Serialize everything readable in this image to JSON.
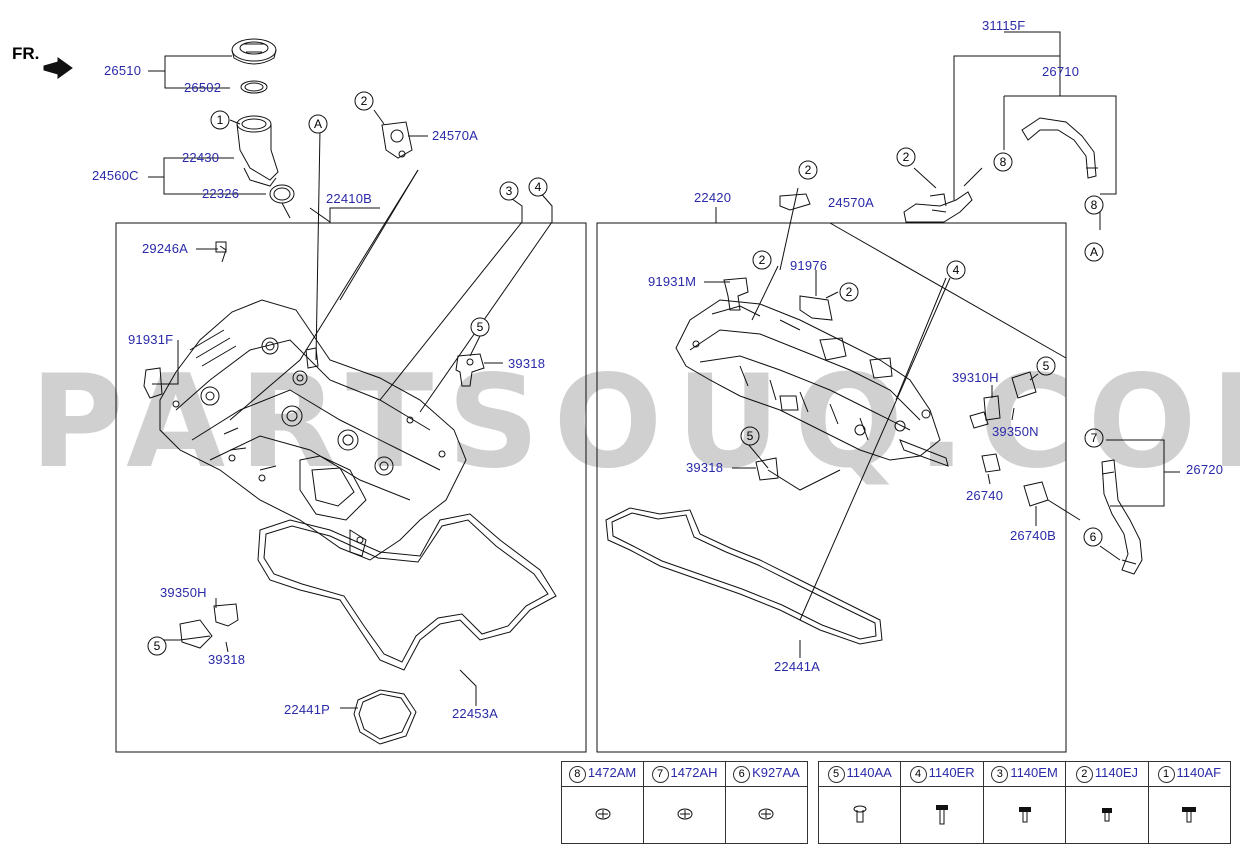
{
  "direction_label": "FR.",
  "watermark": "PARTSOUQ.COM",
  "parts": {
    "p26510": "26510",
    "p26502": "26502",
    "p22430": "22430",
    "p24560c": "24560C",
    "p22326": "22326",
    "p24570a_l": "24570A",
    "p22410b": "22410B",
    "p29246a": "29246A",
    "p91931f": "91931F",
    "p39318_a": "39318",
    "p39350h_l": "39350H",
    "p39318_b": "39318",
    "p22441p": "22441P",
    "p22453a": "22453A",
    "p22420": "22420",
    "p24570a_r": "24570A",
    "p91931m": "91931M",
    "p91976": "91976",
    "p39318_c": "39318",
    "p39310h": "39310H",
    "p39350n": "39350N",
    "p26740": "26740",
    "p26740b": "26740B",
    "p22441a": "22441A",
    "p31115f": "31115F",
    "p26710": "26710",
    "p26720": "26720"
  },
  "callouts": {
    "c1": "1",
    "c2a": "2",
    "c2b": "2",
    "c2c": "2",
    "c2d": "2",
    "c2e": "2",
    "c3": "3",
    "c4a": "4",
    "c4b": "4",
    "c5a": "5",
    "c5b": "5",
    "c5c": "5",
    "c5d": "5",
    "c6": "6",
    "c7": "7",
    "c8a": "8",
    "c8b": "8",
    "cA1": "A",
    "cA2": "A"
  },
  "legend_left": [
    {
      "num": "8",
      "code": "1472AM"
    },
    {
      "num": "7",
      "code": "1472AH"
    },
    {
      "num": "6",
      "code": "K927AA"
    }
  ],
  "legend_right": [
    {
      "num": "5",
      "code": "1140AA"
    },
    {
      "num": "4",
      "code": "1140ER"
    },
    {
      "num": "3",
      "code": "1140EM"
    },
    {
      "num": "2",
      "code": "1140EJ"
    },
    {
      "num": "1",
      "code": "1140AF"
    }
  ]
}
